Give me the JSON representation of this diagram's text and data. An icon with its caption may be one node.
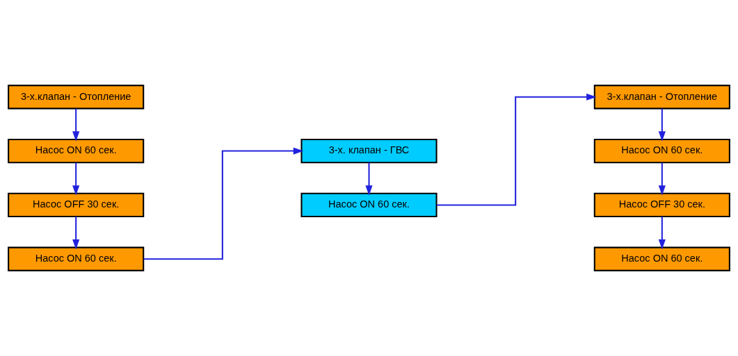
{
  "diagram": {
    "nodes": [
      {
        "text": [
          "3-х.клапан - Отопление"
        ]
      },
      {
        "text": [
          "Насос ON 60 сек."
        ]
      },
      {
        "text": [
          "Насос OFF 30 сек."
        ]
      },
      {
        "text": [
          "Насос ON 60 сек."
        ]
      },
      {
        "text": [
          "3-х. клапан - ГВС"
        ]
      },
      {
        "text": [
          "Насос ON 60 сек."
        ]
      },
      {
        "text": [
          "3-х.клапан - Отопление"
        ]
      },
      {
        "text": [
          "Насос ON 60 сек."
        ]
      },
      {
        "text": [
          "Насос OFF 30 сек."
        ]
      },
      {
        "text": [
          "Насос ON 60 сек."
        ]
      }
    ],
    "edges": [
      {
        "from": 0,
        "to": 1,
        "arrow": "to"
      },
      {
        "from": 1,
        "to": 2,
        "arrow": "to"
      },
      {
        "from": 2,
        "to": 3,
        "arrow": "to"
      },
      {
        "from": 3,
        "to": 4,
        "arrow": "to"
      },
      {
        "from": 4,
        "to": 5,
        "arrow": "to"
      },
      {
        "from": 5,
        "to": 6,
        "arrow": "to"
      },
      {
        "from": 6,
        "to": 7,
        "arrow": "to"
      },
      {
        "from": 7,
        "to": 8,
        "arrow": "to"
      },
      {
        "from": 8,
        "to": 9,
        "arrow": "to"
      }
    ]
  }
}
